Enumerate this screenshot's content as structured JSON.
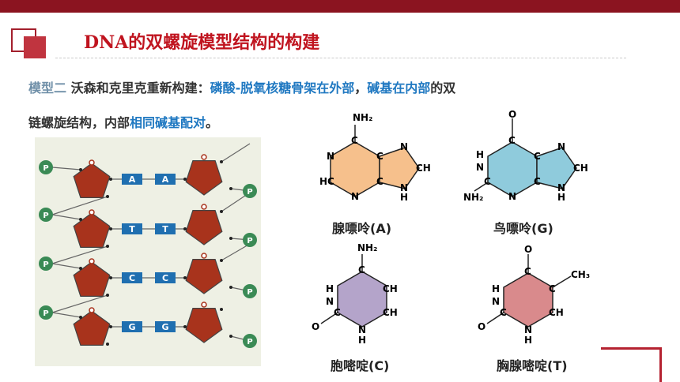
{
  "slide": {
    "title": "DNA的双螺旋模型结构的构建",
    "para": {
      "model": "模型二",
      "intro": "  沃森和克里克重新构建：",
      "blue1": "磷酸-脱氧核糖骨架在外部",
      "comma": "，",
      "blue2": "碱基在内部",
      "tail1": "的双",
      "line2a": "链螺旋结构，内部",
      "blue3": "相同碱基配对",
      "period": "。"
    }
  },
  "ladder": {
    "phosphate": "P",
    "rows": [
      {
        "left": "A",
        "right": "A"
      },
      {
        "left": "T",
        "right": "T"
      },
      {
        "left": "C",
        "right": "C"
      },
      {
        "left": "G",
        "right": "G"
      }
    ]
  },
  "bases": [
    {
      "caption": "腺嘌呤(A)",
      "fill": "#f6c08c"
    },
    {
      "caption": "鸟嘌呤(G)",
      "fill": "#8fcbdc"
    },
    {
      "caption": "胞嘧啶(C)",
      "fill": "#b4a4ca"
    },
    {
      "caption": "胸腺嘧啶(T)",
      "fill": "#d98a8c"
    }
  ],
  "atoms": {
    "nh2": "NH₂",
    "n": "N",
    "c": "C",
    "h": "H",
    "ch": "CH",
    "hc": "HC",
    "o": "O",
    "ch3": "CH₃"
  }
}
